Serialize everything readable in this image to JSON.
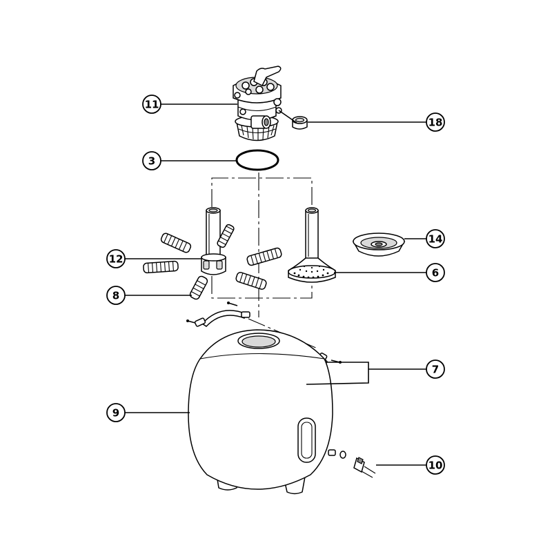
{
  "callouts": [
    {
      "id": "11",
      "label": "11"
    },
    {
      "id": "18",
      "label": "18"
    },
    {
      "id": "3",
      "label": "3"
    },
    {
      "id": "12",
      "label": "12"
    },
    {
      "id": "14",
      "label": "14"
    },
    {
      "id": "6",
      "label": "6"
    },
    {
      "id": "8",
      "label": "8"
    },
    {
      "id": "7",
      "label": "7"
    },
    {
      "id": "9",
      "label": "9"
    },
    {
      "id": "10",
      "label": "10"
    }
  ],
  "colors": {
    "ink": "#000000",
    "paper": "#ffffff",
    "shade": "#d9d9d9"
  }
}
